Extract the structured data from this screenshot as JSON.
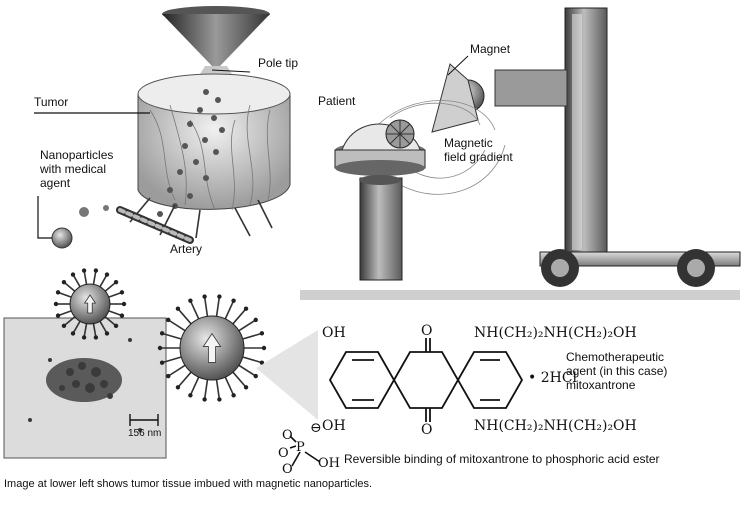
{
  "labels": {
    "pole_tip": "Pole tip",
    "magnet": "Magnet",
    "tumor": "Tumor",
    "patient": "Patient",
    "nanoparticles": [
      "Nanoparticles",
      "with medical",
      "agent"
    ],
    "magnetic_field": [
      "Magnetic",
      "field gradient"
    ],
    "artery": "Artery",
    "scale_bar": "156 nm",
    "chemo": [
      "Chemotherapeutic",
      "agent (in this case)",
      "mitoxantrone"
    ],
    "binding": "Reversible binding of mitoxantrone to phosphoric acid ester"
  },
  "chemistry": {
    "oh_top": "OH",
    "o_top": "O",
    "amine_top": "NH(CH₂)₂NH(CH₂)₂OH",
    "hcl": "• 2HCl",
    "oh_bottom": "OH",
    "o_bottom": "O",
    "amine_bottom": "NH(CH₂)₂NH(CH₂)₂OH",
    "phosphate_o": "O",
    "phosphate_p": "P",
    "phosphate_oh": "OH",
    "minus": "⊖"
  },
  "caption": "Image at lower left shows tumor tissue imbued with magnetic nanoparticles.",
  "colors": {
    "ink": "#111111",
    "gray_dark": "#4a4a4a",
    "gray_mid": "#8a8a8a",
    "gray_light": "#c8c8c8"
  }
}
